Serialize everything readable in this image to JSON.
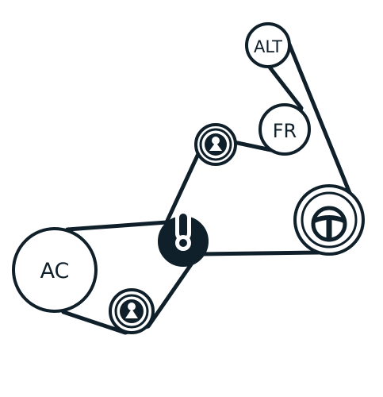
{
  "colors": {
    "ink": "#10202a",
    "background": "#ffffff"
  },
  "pulleys": {
    "alternator": {
      "label": "ALT"
    },
    "fan": {
      "label": "FR"
    },
    "ac_compressor": {
      "label": "AC"
    },
    "crankshaft": {
      "icon": "steering-wheel-icon"
    },
    "tensioner": {
      "icon": "tensioner-icon"
    },
    "idler_upper": {
      "icon": "idler-bolt-icon"
    },
    "idler_lower": {
      "icon": "idler-bolt-icon"
    }
  }
}
